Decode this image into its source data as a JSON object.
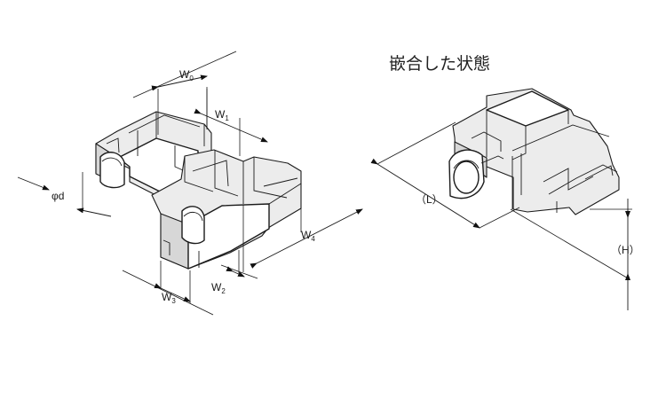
{
  "figure": {
    "title": "嵌合した状態",
    "labels": {
      "w0": {
        "base": "W",
        "sub": "0"
      },
      "w1": {
        "base": "W",
        "sub": "1"
      },
      "w2": {
        "base": "W",
        "sub": "2"
      },
      "w3": {
        "base": "W",
        "sub": "3"
      },
      "w4": {
        "base": "W",
        "sub": "4"
      },
      "phi_d": "φd",
      "length": "（L）",
      "height": "（H）"
    }
  }
}
